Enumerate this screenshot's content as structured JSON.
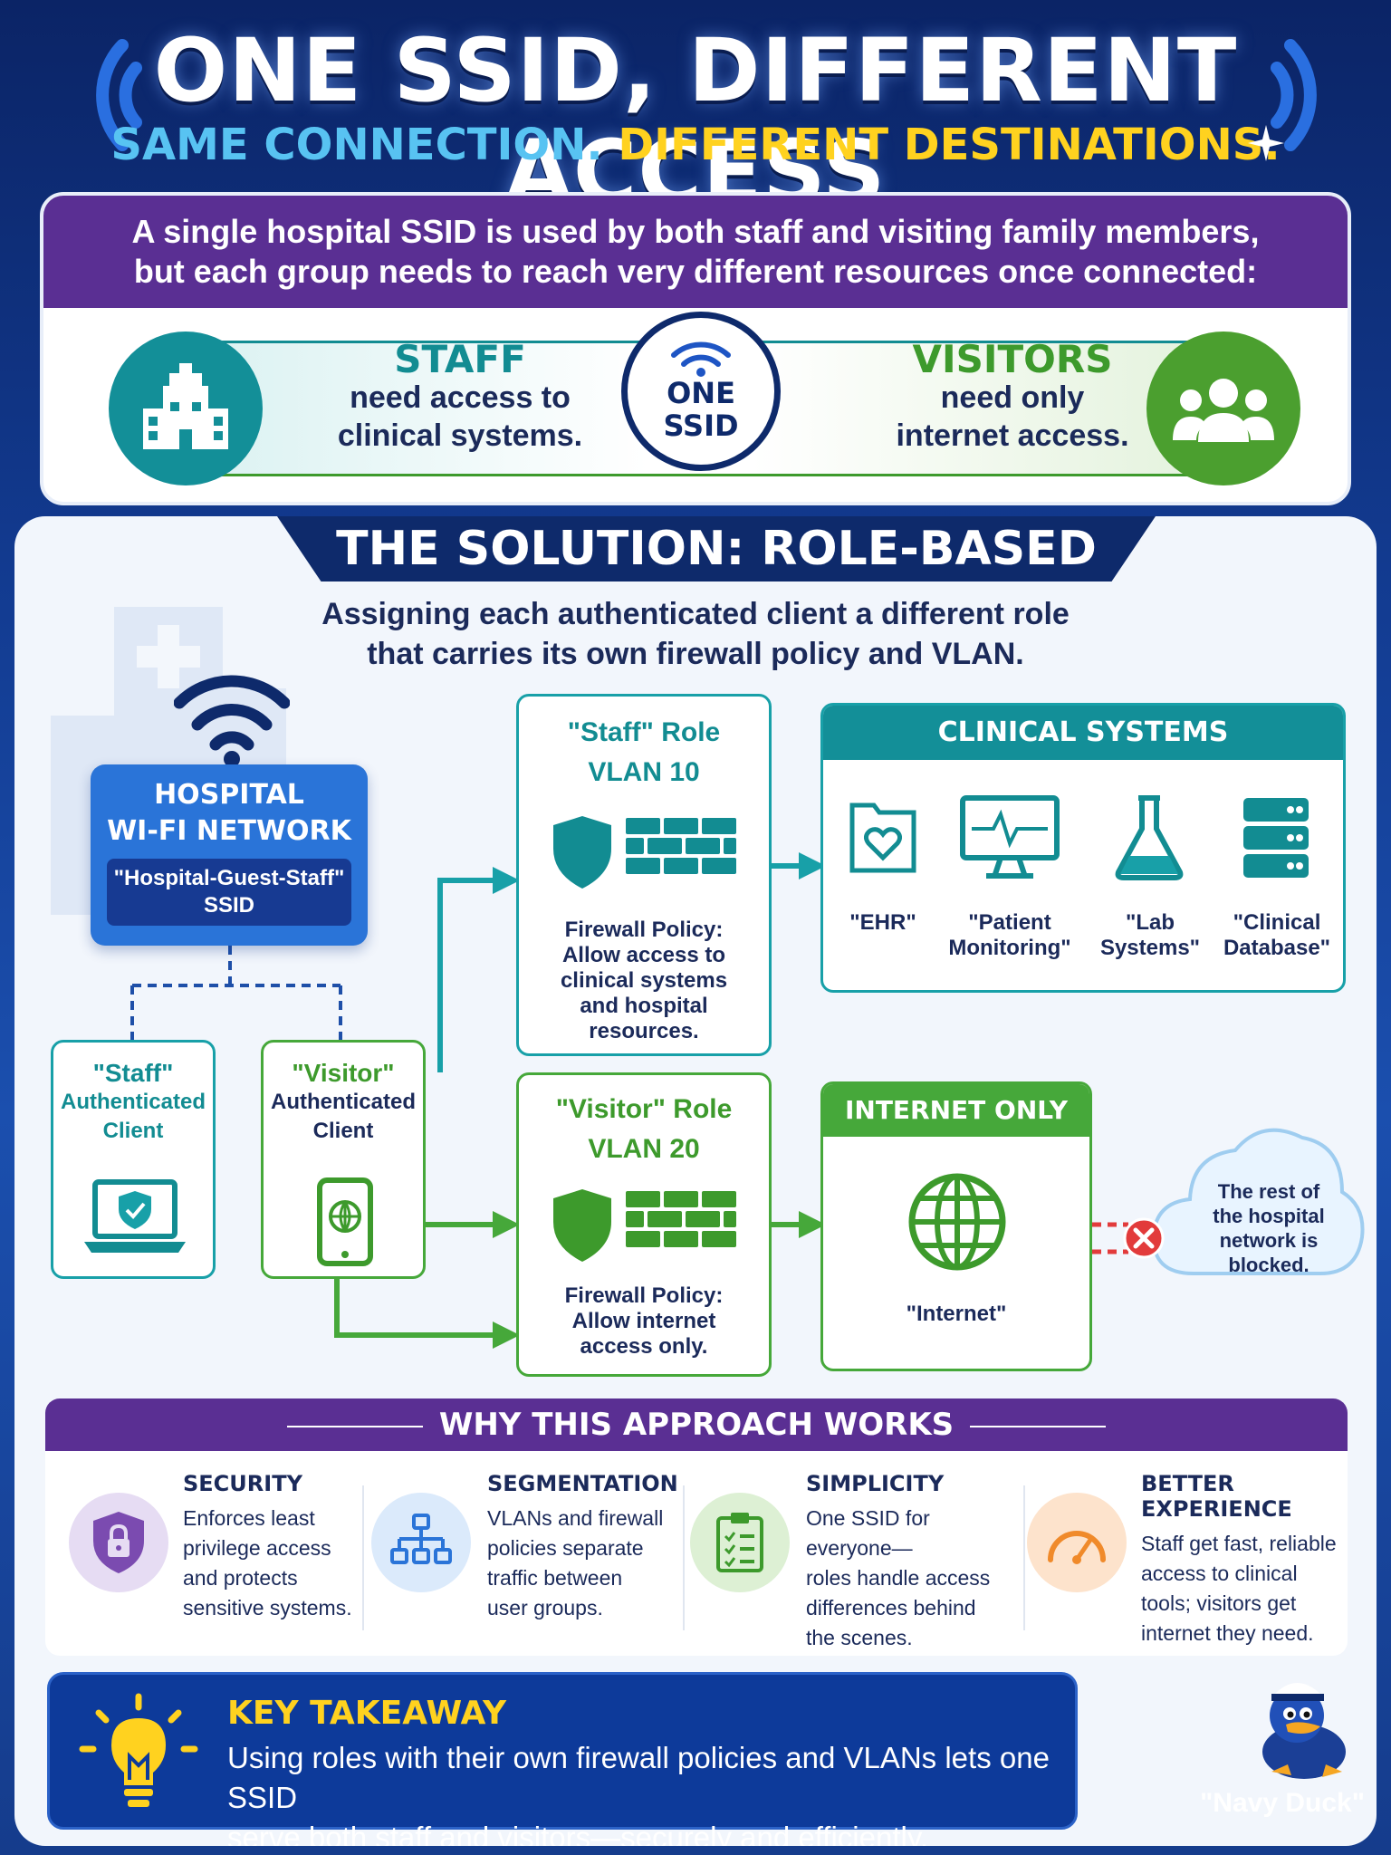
{
  "header": {
    "title": "ONE SSID, DIFFERENT ACCESS",
    "subtitle_part1": "SAME CONNECTION.",
    "subtitle_part2": "DIFFERENT DESTINATIONS."
  },
  "intro": {
    "line1": "A single hospital SSID is used by both staff and visiting family members,",
    "line2": "but each group needs to reach very different resources once connected:",
    "staff_title": "STAFF",
    "staff_line1": "need access to",
    "staff_line2": "clinical systems.",
    "center_line1": "ONE",
    "center_line2": "SSID",
    "visitors_title": "VISITORS",
    "visitors_line1": "need only",
    "visitors_line2": "internet access."
  },
  "solution": {
    "banner": "THE SOLUTION: ROLE-BASED ACCESS",
    "desc1": "Assigning each authenticated client a different role",
    "desc2": "that carries its own firewall policy and VLAN."
  },
  "network": {
    "line1": "HOSPITAL",
    "line2": "WI-FI NETWORK",
    "ssid_line1": "\"Hospital-Guest-Staff\"",
    "ssid_line2": "SSID"
  },
  "clients": {
    "staff_name": "\"Staff\"",
    "staff_l1": "Authenticated",
    "staff_l2": "Client",
    "visitor_name": "\"Visitor\"",
    "visitor_l1": "Authenticated",
    "visitor_l2": "Client"
  },
  "staff_role": {
    "name": "\"Staff\" Role",
    "vlan": "VLAN 10",
    "policy": [
      "Firewall Policy:",
      "Allow access to",
      "clinical systems",
      "and hospital",
      "resources."
    ]
  },
  "visitor_role": {
    "name": "\"Visitor\" Role",
    "vlan": "VLAN 20",
    "policy": [
      "Firewall Policy:",
      "Allow internet",
      "access only."
    ]
  },
  "clinical": {
    "title": "CLINICAL SYSTEMS",
    "items": [
      {
        "l1": "\"EHR\"",
        "l2": ""
      },
      {
        "l1": "\"Patient",
        "l2": "Monitoring\""
      },
      {
        "l1": "\"Lab",
        "l2": "Systems\""
      },
      {
        "l1": "\"Clinical",
        "l2": "Database\""
      }
    ]
  },
  "internet": {
    "title": "INTERNET ONLY",
    "label": "\"Internet\""
  },
  "blocked": {
    "lines": [
      "The rest of",
      "the hospital",
      "network is",
      "blocked."
    ]
  },
  "why": {
    "title": "WHY THIS APPROACH WORKS",
    "items": [
      {
        "title": "SECURITY",
        "lines": [
          "Enforces least",
          "privilege access",
          "and protects",
          "sensitive systems."
        ]
      },
      {
        "title": "SEGMENTATION",
        "lines": [
          "VLANs and firewall",
          "policies separate",
          "traffic between",
          "user groups."
        ]
      },
      {
        "title": "SIMPLICITY",
        "lines": [
          "One SSID for everyone—",
          "roles handle access",
          "differences behind",
          "the scenes."
        ]
      },
      {
        "title": "BETTER EXPERIENCE",
        "lines": [
          "Staff get fast, reliable",
          "access to clinical",
          "tools; visitors get",
          "internet they need."
        ]
      }
    ]
  },
  "takeaway": {
    "title": "KEY TAKEAWAY",
    "line1": "Using roles with their own firewall policies and VLANs lets one SSID",
    "line2": "serve both staff and visitors—securely and efficiently."
  },
  "mascot": {
    "label": "\"Navy Duck\""
  },
  "colors": {
    "navy": "#0e2a6b",
    "teal": "#128c92",
    "green": "#3d9a2c",
    "purple": "#5a2f93",
    "yellow": "#ffd21f",
    "red": "#e23b3b"
  }
}
